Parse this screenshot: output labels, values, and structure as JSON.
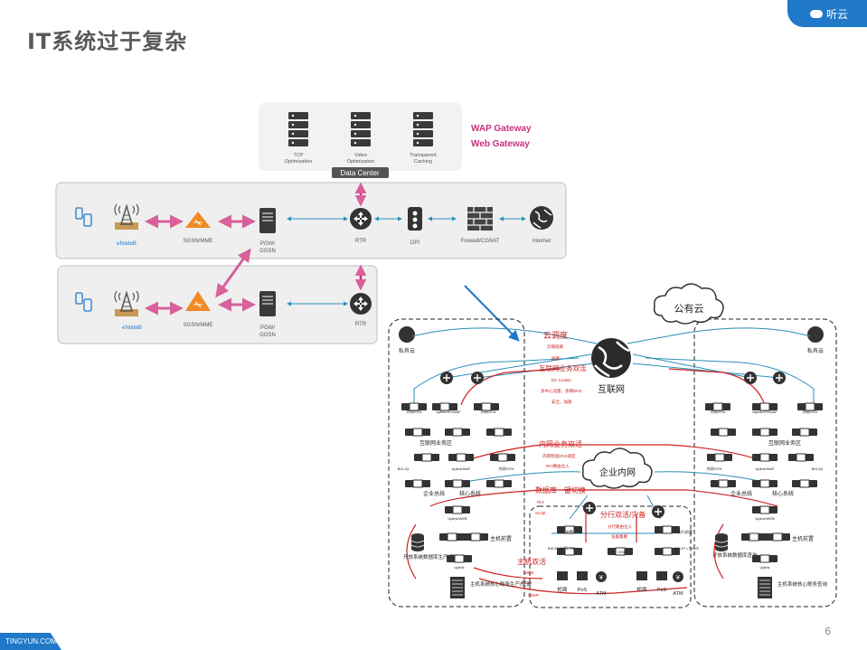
{
  "title": "IT系统过于复杂",
  "brand": {
    "logo_text": "听云",
    "footer_url": "TINGYUN.COM"
  },
  "page_number": "6",
  "colors": {
    "accent": "#1f78c8",
    "magenta": "#c8307a",
    "pink": "#d9609a",
    "orange": "#f08a24",
    "dark": "#333333",
    "red": "#cc2222",
    "teal": "#2a8fb8"
  },
  "data_center": {
    "label": "Data Center",
    "services": [
      {
        "label1": "TCP",
        "label2": "Optimization"
      },
      {
        "label1": "Video",
        "label2": "Optimization"
      },
      {
        "label1": "Transparent",
        "label2": "Caching"
      }
    ],
    "gateways": [
      "WAP Gateway",
      "Web Gateway"
    ]
  },
  "top_network": {
    "enodeb": "eNodeB",
    "sgsn": "SGSN/MME",
    "pgw1": "PGW/",
    "pgw2": "GGSN",
    "rtr": "RTR",
    "dpi": "DPI",
    "firewall": "Firewall/CGNAT",
    "internet": "Internet"
  },
  "bottom_network": {
    "enodeb": "eNodeB",
    "sgsn": "SGSN/MME",
    "pgw1": "PGW/",
    "pgw2": "GGSN",
    "rtr": "RTR"
  },
  "complex": {
    "public_cloud": "公有云",
    "private_cloud": "私有云",
    "internet": "互联网",
    "intranet": "企业内网",
    "red_labels": [
      "云调度",
      "互联网业务双活",
      "内网业务双活",
      "数据库一键切换",
      "分行双活/灾备",
      "主机双活"
    ],
    "small_red": [
      "云端链路",
      "链路",
      "DC Cookie",
      "多中心流量，多网DNS",
      "安全，加速",
      "内网智能DNS调度",
      "RHI路由注入",
      "RHI",
      "Script",
      "分行路由注入",
      "设备集群",
      "WEB",
      "GSLB",
      "SBSP"
    ],
    "left_labels": [
      "外网GTM",
      "Uplink/VS/WAF",
      "外网GTM",
      "互联网业务区",
      "BIG-IQ",
      "Uplink/WAF",
      "内网GTM",
      "企业总线",
      "核心系统",
      "Uplink/WEB",
      "主机前置",
      "开放系统数据库生产/查询",
      "Uplink",
      "主机系统核心账务生产/查询"
    ],
    "right_labels": [
      "外网GTM",
      "Uplink/VS/WAF",
      "外网GTM",
      "互联网业务区",
      "BIG-IQ",
      "内网GTM",
      "Uplink/WAF",
      "企业总线",
      "核心系统",
      "Uplink/WEB",
      "主机前置",
      "开放系统数据库查询",
      "Uplink",
      "主机系统核心账务查询"
    ],
    "branch": [
      "分行前置",
      "分行前置",
      "BIG-IP 分行LTM",
      "DSC",
      "BIG-IP LTM/VE",
      "柜面",
      "PoS",
      "ATM",
      "柜面",
      "PoS",
      "ATM"
    ]
  }
}
